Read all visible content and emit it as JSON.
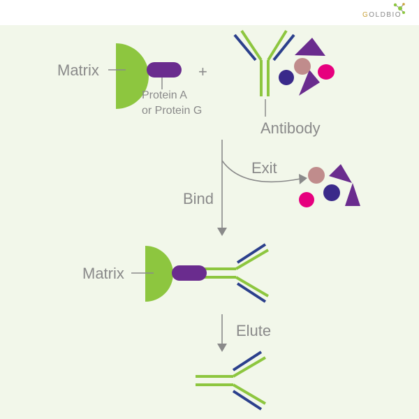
{
  "brand": {
    "name": "GOLDBIO",
    "colors": {
      "gold": "#c9a23a",
      "green": "#8cc63f",
      "gray": "#8a8a8a"
    }
  },
  "colors": {
    "background": "#f2f7ea",
    "matrix_green": "#8dc63f",
    "protein_purple": "#6a2c8e",
    "heavy_chain_green": "#8dc63f",
    "light_chain_blue": "#2b3f8c",
    "arrow_gray": "#8a8a8a",
    "particle_mauve": "#c08c8c",
    "particle_navy": "#3a2a8a",
    "particle_magenta": "#e6007e",
    "particle_purple": "#6a2c8e"
  },
  "labels": {
    "matrix_top": "Matrix",
    "plus": "+",
    "protein_line1": "Protein A",
    "protein_line2": "or Protein G",
    "antibody": "Antibody",
    "exit": "Exit",
    "bind": "Bind",
    "matrix_bottom": "Matrix",
    "elute": "Elute"
  }
}
